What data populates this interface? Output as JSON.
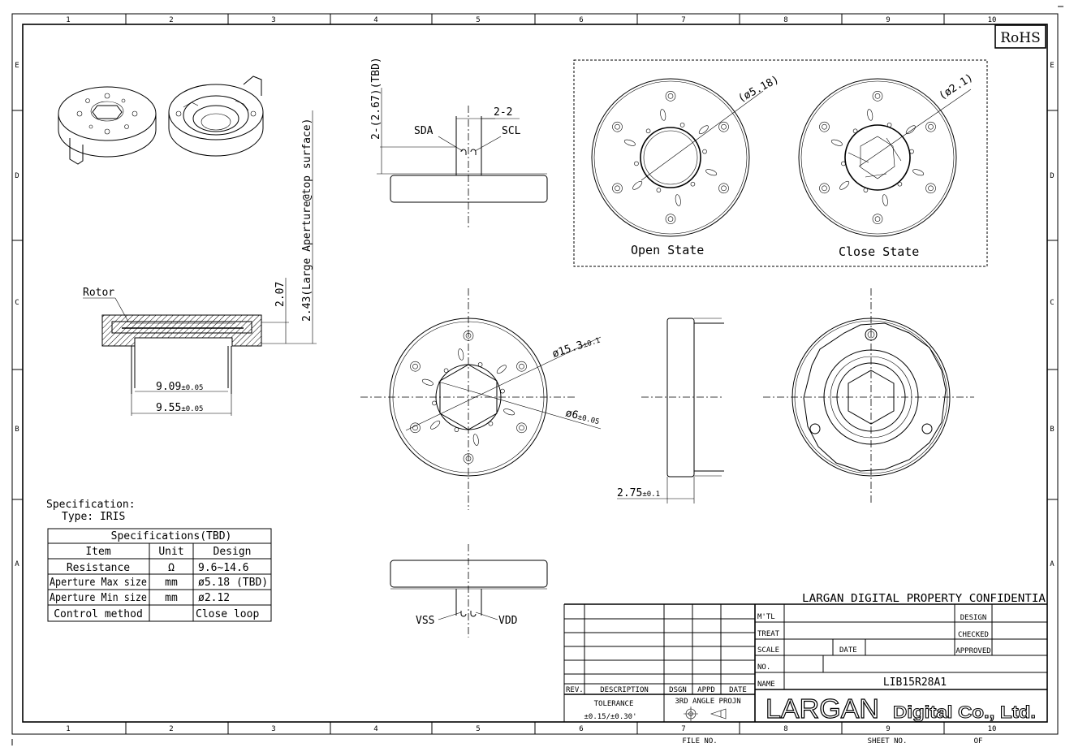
{
  "border": {
    "cols": [
      "1",
      "2",
      "3",
      "4",
      "5",
      "6",
      "7",
      "8",
      "9",
      "10"
    ],
    "rows": [
      "E",
      "D",
      "C",
      "B",
      "A"
    ]
  },
  "rohs": "RoHS",
  "labels": {
    "sda": "SDA",
    "scl": "SCL",
    "pitch": "2-2",
    "height_tbd": "2-(2.67)(TBD)",
    "rotor": "Rotor",
    "large_aperture": "2.43(Large Aperture@top surface)",
    "dim_207": "2.07",
    "open_state": "Open State",
    "close_state": "Close State",
    "open_dia": "(ø5.18)",
    "close_dia": "(ø2.1)",
    "vss": "VSS",
    "vdd": "VDD"
  },
  "dims": {
    "d909": {
      "value": "9.09",
      "tol": "±0.05"
    },
    "d955": {
      "value": "9.55",
      "tol": "±0.05"
    },
    "d153": {
      "value": "ø15.3",
      "tol": "±0.1"
    },
    "d6": {
      "value": "ø6",
      "tol": "±0.05"
    },
    "d275": {
      "value": "2.75",
      "tol": "±0.1"
    }
  },
  "spec": {
    "heading": "Specification:",
    "type": "Type: IRIS",
    "table_title": "Specifications(TBD)",
    "headers": [
      "Item",
      "Unit",
      "Design"
    ],
    "rows": [
      [
        "Resistance",
        "Ω",
        "9.6~14.6"
      ],
      [
        "Aperture Max size",
        "mm",
        "ø5.18 (TBD)"
      ],
      [
        "Aperture Min size",
        "mm",
        "ø2.12"
      ],
      [
        "Control method",
        "",
        "Close loop"
      ]
    ]
  },
  "titleblock": {
    "confidential": "LARGAN DIGITAL PROPERTY CONFIDENTIA",
    "rev_headers": [
      "REV.",
      "DESCRIPTION",
      "DSGN",
      "APPD",
      "DATE"
    ],
    "tolerance_label": "TOLERANCE",
    "tolerance_value": "±0.15/±0.30'",
    "projection": "3RD ANGLE PROJN",
    "mtl": "M'TL",
    "treat": "TREAT",
    "scale": "SCALE",
    "date": "DATE",
    "no": "NO.",
    "name": "NAME",
    "part": "LIB15R28A1",
    "design": "DESIGN",
    "checked": "CHECKED",
    "approved": "APPROVED",
    "logo": "LARGAN",
    "company": "Digital Co., Ltd."
  },
  "footer": {
    "file_no": "FILE NO.",
    "sheet_no": "SHEET NO.",
    "of": "OF"
  }
}
